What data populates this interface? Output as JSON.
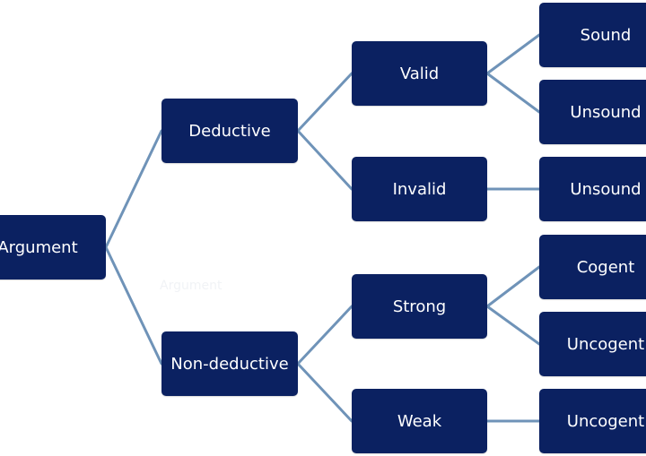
{
  "diagram": {
    "colors": {
      "node_fill": "#0b2161",
      "node_text": "#ffffff",
      "edge": "#6f93b8",
      "background": "#ffffff"
    },
    "nodes": {
      "argument": "Argument",
      "deductive": "Deductive",
      "non_deductive": "Non-deductive",
      "valid": "Valid",
      "invalid": "Invalid",
      "strong": "Strong",
      "weak": "Weak",
      "sound": "Sound",
      "unsound_valid": "Unsound",
      "unsound_invalid": "Unsound",
      "cogent": "Cogent",
      "uncogent_strong": "Uncogent",
      "uncogent_weak": "Uncogent"
    },
    "watermark": "Argument"
  }
}
